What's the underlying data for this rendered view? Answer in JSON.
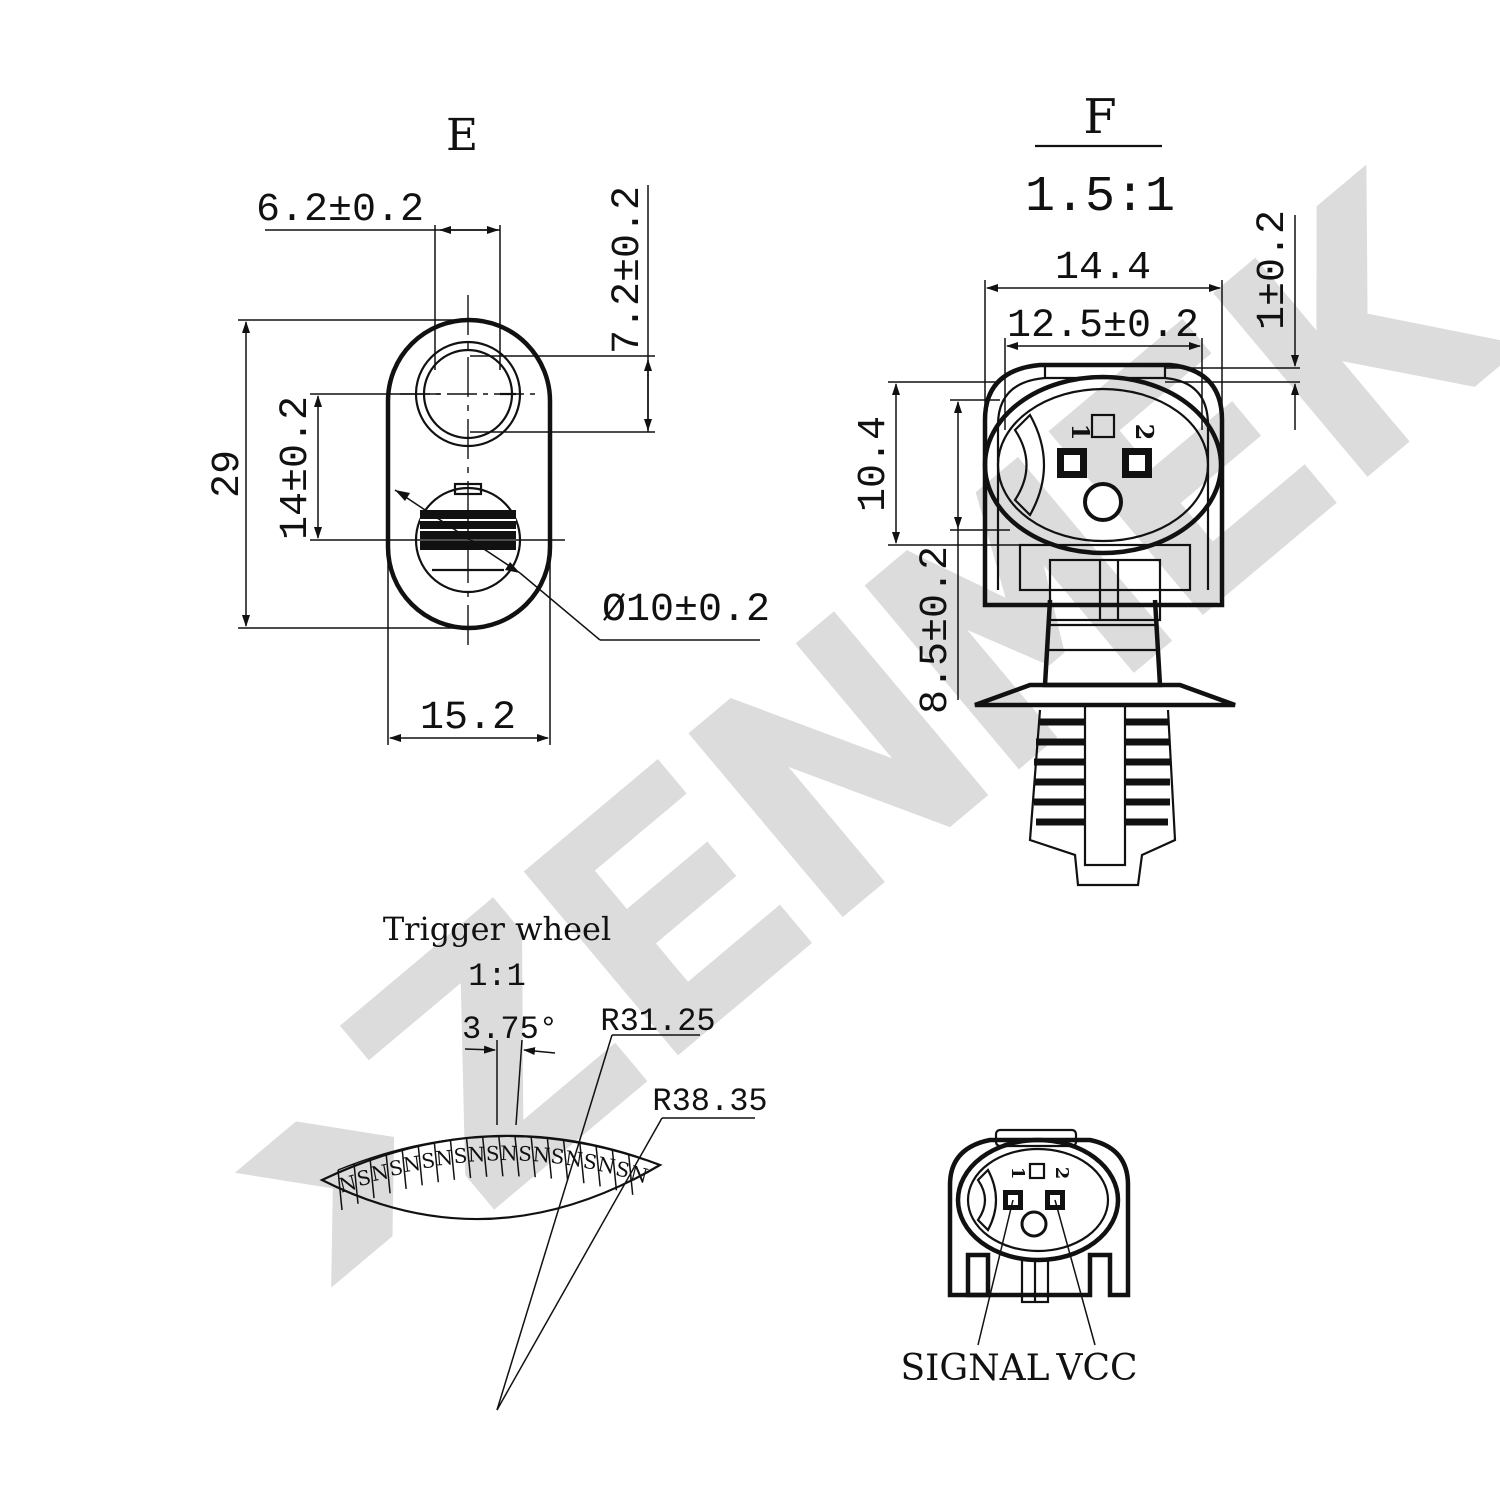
{
  "watermark": {
    "text": "ZENMEK",
    "color": "#dcdcdc"
  },
  "view_e": {
    "title": "E",
    "dim_width_top": "6.2±0.2",
    "dim_height_right": "7.2±0.2",
    "dim_total_height": "29",
    "dim_center_distance": "14±0.2",
    "dim_diameter": "Ø10±0.2",
    "dim_width_bottom": "15.2"
  },
  "view_f": {
    "title": "F",
    "scale": "1.5:1",
    "dim_outer_width": "14.4",
    "dim_inner_width": "12.5±0.2",
    "dim_offset": "1±0.2",
    "dim_height_left": "10.4",
    "dim_lower_left": "8.5±0.2",
    "pin_1": "1",
    "pin_2": "2"
  },
  "trigger_wheel": {
    "title": "Trigger wheel",
    "scale": "1:1",
    "angle": "3.75°",
    "radius_inner": "R31.25",
    "radius_outer": "R38.35",
    "poles": [
      "N",
      "S",
      "N",
      "S",
      "N",
      "S",
      "N",
      "S",
      "N",
      "S",
      "N",
      "S",
      "N",
      "S",
      "N",
      "S",
      "N",
      "S",
      "N"
    ]
  },
  "connector": {
    "pin_1": "1",
    "pin_2": "2",
    "label_signal": "SIGNAL",
    "label_vcc": "VCC"
  }
}
